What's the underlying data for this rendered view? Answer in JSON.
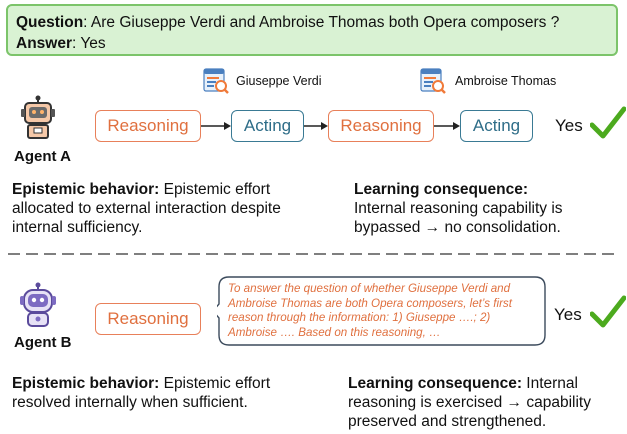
{
  "question": {
    "question_label": "Question",
    "question_text": ": Are Giuseppe Verdi and Ambroise Thomas both Opera composers ?",
    "answer_label": "Answer",
    "answer_text": ": Yes"
  },
  "agent_a": {
    "name": "Agent A",
    "tools": [
      {
        "label": "Giuseppe Verdi",
        "icon": "search-page-icon"
      },
      {
        "label": "Ambroise Thomas",
        "icon": "search-page-icon"
      }
    ],
    "steps": [
      "Reasoning",
      "Acting",
      "Reasoning",
      "Acting"
    ],
    "result": "Yes",
    "epistemic_title": "Epistemic behavior:",
    "epistemic_text": " Epistemic effort allocated to external interaction despite internal sufficiency.",
    "learning_title": "Learning consequence:",
    "learning_text": "Internal reasoning capability is bypassed → no consolidation."
  },
  "agent_b": {
    "name": "Agent B",
    "steps": [
      "Reasoning"
    ],
    "bubble_text": "To answer the question of whether Giuseppe Verdi and Ambroise Thomas are both Opera composers, let’s first reason through the information: 1) Giuseppe ….; 2) Ambroise …. Based on this reasoning, …",
    "result": "Yes",
    "epistemic_title": "Epistemic behavior:",
    "epistemic_text": " Epistemic effort resolved internally when sufficient.",
    "learning_title": "Learning consequence:",
    "learning_text": " Internal reasoning is exercised → capability preserved and strengthened."
  },
  "colors": {
    "question_bg": "#d9f2d3",
    "question_border": "#7cc46a",
    "reasoning": "#e0703f",
    "acting": "#2e6d88",
    "check": "#4caa1e"
  }
}
